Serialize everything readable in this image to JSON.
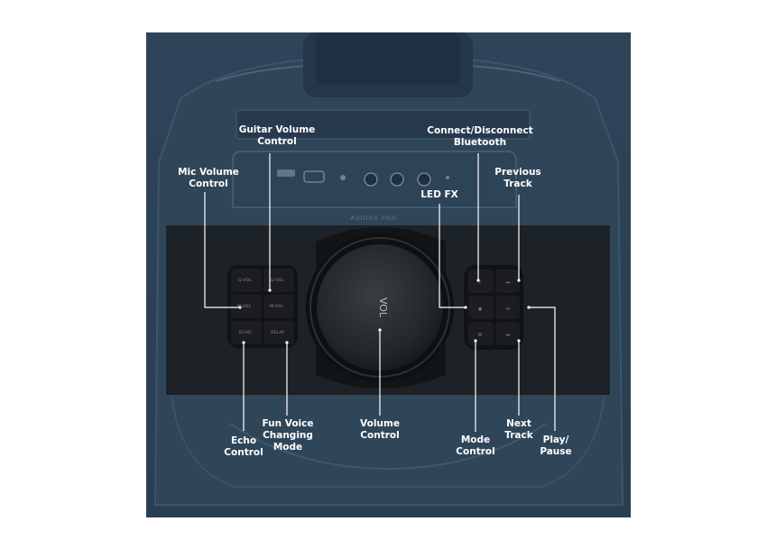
{
  "product": {
    "model_text": "AUDIOX PRO",
    "dial_text": "VOL"
  },
  "labels": {
    "guitar_volume": [
      "Guitar Volume",
      "Control"
    ],
    "mic_volume": [
      "Mic Volume",
      "Control"
    ],
    "connect_bluetooth": [
      "Connect/Disconnect",
      "Bluetooth"
    ],
    "previous_track": [
      "Previous",
      "Track"
    ],
    "led_fx": [
      "LED FX"
    ],
    "echo_control": [
      "Echo",
      "Control"
    ],
    "fun_voice": [
      "Fun Voice",
      "Changing",
      "Mode"
    ],
    "volume_control": [
      "Volume",
      "Control"
    ],
    "mode_control": [
      "Mode",
      "Control"
    ],
    "next_track": [
      "Next",
      "Track"
    ],
    "play_pause": [
      "Play/",
      "Pause"
    ]
  },
  "left_buttons": [
    "G-VOL",
    "G-VOL",
    "M-VOL",
    "M-VOL",
    "ECHO",
    "DELAY"
  ],
  "colors": {
    "background": "#ffffff",
    "speaker_blue": "#2b4156",
    "panel_dark": "#1d2226",
    "button_black": "#1b1d20",
    "label_text": "#ffffff",
    "leader_line": "#ffffff"
  }
}
